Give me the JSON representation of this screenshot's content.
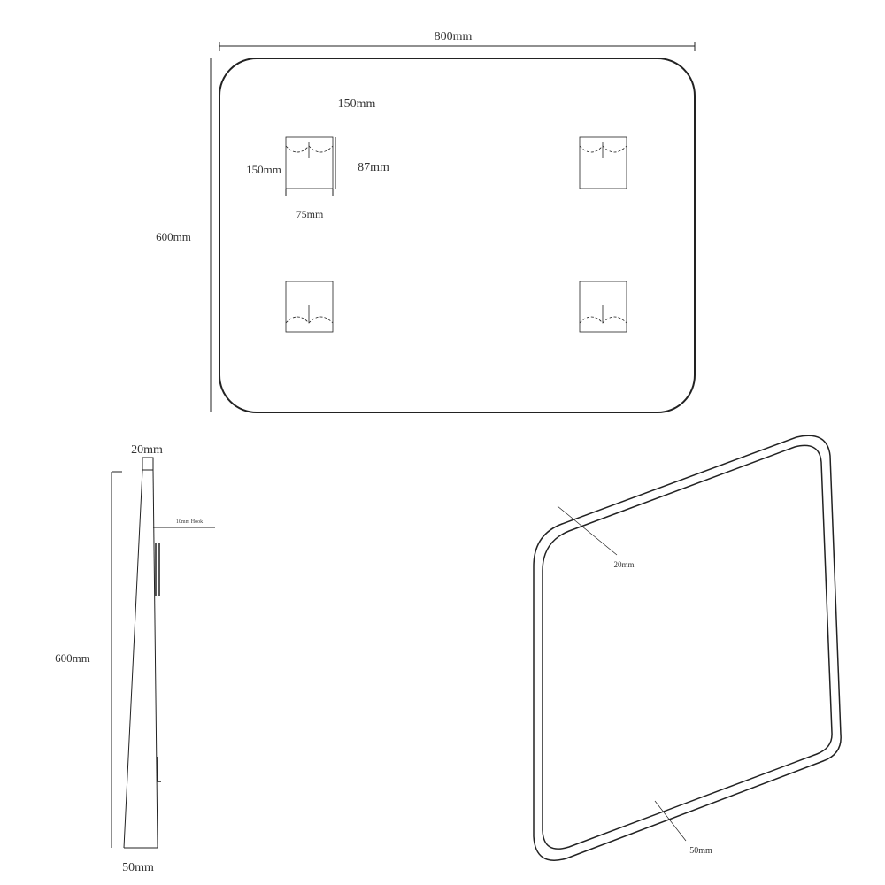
{
  "front_view": {
    "width_label": "800mm",
    "height_label": "600mm",
    "hook_spacing_top_label": "150mm",
    "hook_spacing_side_label": "150mm",
    "bracket_height_label": "87mm",
    "bracket_width_label": "75mm"
  },
  "side_view": {
    "depth_top_label": "20mm",
    "hook_label": "10mm Hook",
    "height_label": "600mm",
    "depth_bottom_label": "50mm"
  },
  "perspective_view": {
    "frame_label": "20mm",
    "depth_label": "50mm"
  }
}
